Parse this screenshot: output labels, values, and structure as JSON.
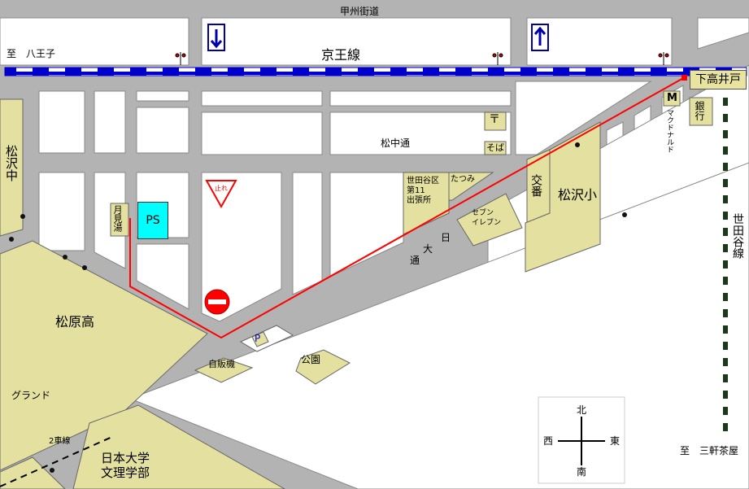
{
  "roads": {
    "koshu_kaido": "甲州街道",
    "matsunaka_dori": "松中通",
    "daishi_dori_chars": [
      "大",
      "日",
      "通"
    ],
    "setagaya_dori": "世田谷線",
    "two_lane": "2車線"
  },
  "railway": {
    "name": "京王線"
  },
  "directions": {
    "to_hachioji": "至　八王子",
    "to_sangenjaya": "至　三軒茶屋"
  },
  "station": {
    "name": "下高井戸"
  },
  "places": {
    "ps": "PS",
    "tsukimiyu": "月見湯",
    "matsuzawa_chu": "松沢中",
    "matsubara_ko": "松原高",
    "ground": "グランド",
    "nihon_univ": "日本大学",
    "bunri": "文理学部",
    "jihanki": "自販機",
    "park": "公園",
    "ward_office_1": "世田谷区",
    "ward_office_2": "第11",
    "ward_office_3": "出張所",
    "tatsumi": "たつみ",
    "seven_1": "セブン",
    "seven_2": "イレブン",
    "koban": "交番",
    "matsuzawa_sho": "松沢小",
    "mcdonalds": "マクドナルド",
    "mcd_mark": "M",
    "bank": "銀行",
    "post": "〒",
    "soba": "そば",
    "parking": "P",
    "stop_sign": "止れ"
  },
  "compass": {
    "north": "北",
    "south": "南",
    "east": "東",
    "west": "西"
  },
  "colors": {
    "road": "#b3b3b3",
    "land": "#e3e0a0",
    "rail_blue": "#0000cc",
    "route": "#ff0000",
    "ps": "#00ffff",
    "setagaya_line": "#1a3a1a"
  }
}
